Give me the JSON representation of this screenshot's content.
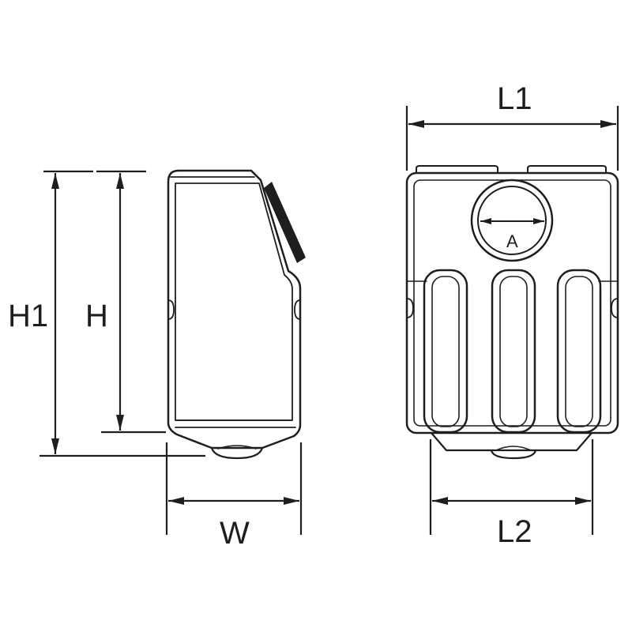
{
  "labels": {
    "h1": "H1",
    "h": "H",
    "w": "W",
    "l1": "L1",
    "l2": "L2",
    "a": "A"
  },
  "colors": {
    "line": "#1e1e1e",
    "background": "#ffffff"
  }
}
